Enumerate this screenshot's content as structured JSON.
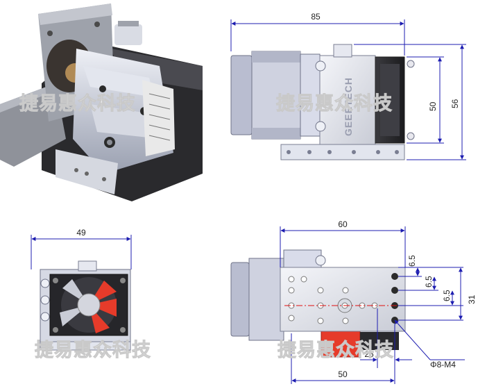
{
  "watermark": "捷易惠众科技",
  "side_view": {
    "brand_text": "GEEETECH",
    "dim_width": "85",
    "dim_height_inner": "50",
    "dim_height_outer": "56"
  },
  "front_view": {
    "dim_width": "49"
  },
  "mount_view": {
    "dim_top_width": "60",
    "dim_spacing_1": "6.5",
    "dim_spacing_2": "6.5",
    "dim_spacing_3": "6.5",
    "dim_right_total": "31",
    "dim_hole_spacing": "25",
    "dim_bottom_width": "50",
    "hole_callout": "Φ8-M4"
  },
  "colors": {
    "dimension_line": "#1c1cb0",
    "centerline": "#e01010",
    "fan_red": "#e63b2a",
    "metal": "#c9ccd6"
  }
}
